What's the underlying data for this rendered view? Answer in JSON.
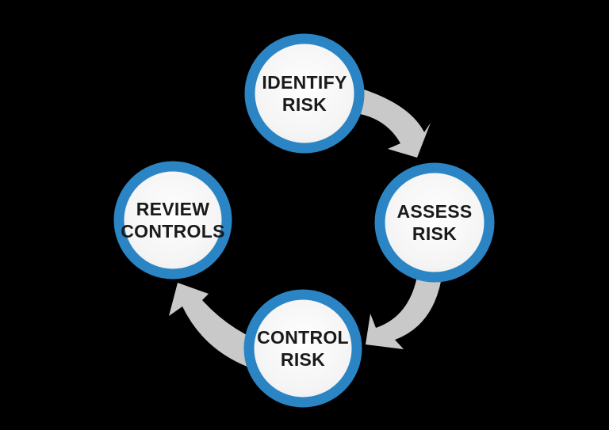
{
  "diagram": {
    "type": "cycle",
    "nodes": [
      {
        "id": "identify-risk",
        "label": "IDENTIFY\nRISK",
        "position": "top"
      },
      {
        "id": "assess-risk",
        "label": "ASSESS\nRISK",
        "position": "right"
      },
      {
        "id": "control-risk",
        "label": "CONTROL\nRISK",
        "position": "bottom"
      },
      {
        "id": "review-controls",
        "label": "REVIEW\nCONTROLS",
        "position": "left"
      }
    ],
    "arrows": [
      {
        "from": "identify-risk",
        "to": "assess-risk",
        "direction": "clockwise"
      },
      {
        "from": "assess-risk",
        "to": "control-risk",
        "direction": "clockwise"
      },
      {
        "from": "control-risk",
        "to": "review-controls",
        "direction": "clockwise"
      }
    ]
  },
  "colors": {
    "background": "#000000",
    "node_ring": "#2B85C4",
    "node_fill_center": "#FFFFFF",
    "node_fill_edge": "#E6E6E6",
    "arrow": "#C9C9C9",
    "label_text": "#1A1A1A"
  }
}
